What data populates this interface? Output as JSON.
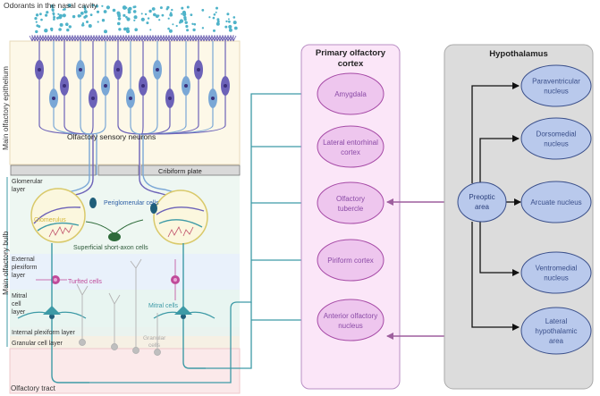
{
  "labels": {
    "odorants": "Odorants in the nasal cavity",
    "epithelium": "Main olfactory epithelium",
    "sensory_neurons": "Olfactory sensory neurons",
    "cribriform": "Cribiform plate",
    "bulb": "Main olfactory bulb",
    "glomerular_layer_1": "Glomerular",
    "glomerular_layer_2": "layer",
    "periglomerular": "Periglomerular cells",
    "glomerulus": "Glomerulus",
    "short_axon": "Superficial short-axon cells",
    "ext_plexiform_1": "External",
    "ext_plexiform_2": "plexiform",
    "ext_plexiform_3": "layer",
    "tufted": "Turfted cells",
    "mitral_layer_1": "Mitral",
    "mitral_layer_2": "cell",
    "mitral_layer_3": "layer",
    "mitral_cells": "Mitral cells",
    "int_plexiform": "Internal plexiform layer",
    "granular_layer": "Granular  cell  layer",
    "granule_1": "Granular",
    "granule_2": "cells",
    "tract": "Olfactory tract"
  },
  "cortex": {
    "title_1": "Primary olfactory",
    "title_2": "cortex",
    "nodes": [
      {
        "l1": "Amygdala",
        "l2": ""
      },
      {
        "l1": "Lateral entorhinal",
        "l2": "cortex"
      },
      {
        "l1": "Olfactory",
        "l2": "tubercle"
      },
      {
        "l1": "Piriform cortex",
        "l2": ""
      },
      {
        "l1": "Anterior olfactory",
        "l2": "nucleus"
      }
    ]
  },
  "hypothalamus": {
    "title": "Hypothalamus",
    "source": {
      "l1": "Preoptic",
      "l2": "area"
    },
    "nodes": [
      {
        "l1": "Paraventricular",
        "l2": "nucleus"
      },
      {
        "l1": "Dorsomedial",
        "l2": "nucleus"
      },
      {
        "l1": "Arcuate nucleus",
        "l2": ""
      },
      {
        "l1": "Ventromedial",
        "l2": "nucleus"
      },
      {
        "l1": "Lateral",
        "l2": "hypothalamic",
        "l3": "area"
      }
    ]
  },
  "colors": {
    "teal": "#3d9aa6",
    "purple_arrow": "#9e5f9e",
    "cortex_fill": "#fbe6f8",
    "cortex_node": "#eec6ee",
    "hypo_fill": "#dcdcdc",
    "hypo_node": "#b9c9ec",
    "node_text_cortex": "#8a4aa6",
    "node_text_hypo": "#3a4f8a"
  }
}
